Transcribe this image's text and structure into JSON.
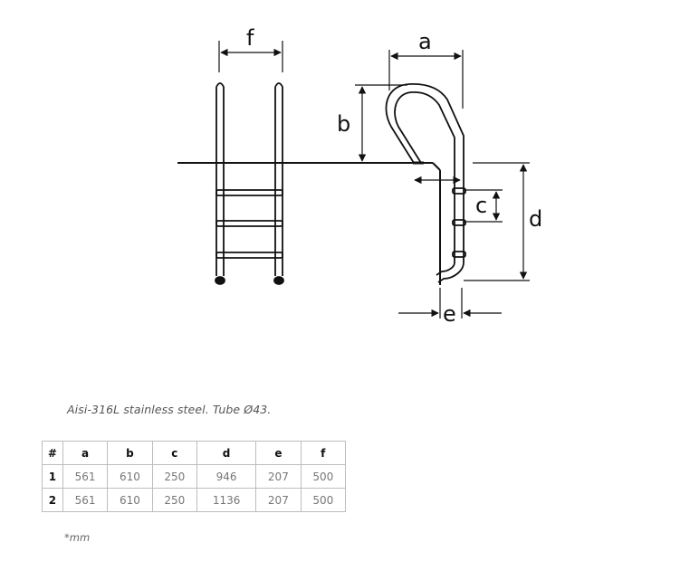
{
  "diagram": {
    "labels": {
      "a": "a",
      "b": "b",
      "c": "c",
      "d": "d",
      "e": "e",
      "f": "f"
    }
  },
  "caption": "Aisi-316L stainless steel. Tube Ø43.",
  "table": {
    "headers": [
      "#",
      "a",
      "b",
      "c",
      "d",
      "e",
      "f"
    ],
    "rows": [
      [
        "1",
        "561",
        "610",
        "250",
        "946",
        "207",
        "500"
      ],
      [
        "2",
        "561",
        "610",
        "250",
        "1136",
        "207",
        "500"
      ]
    ]
  },
  "footnote": "*mm"
}
